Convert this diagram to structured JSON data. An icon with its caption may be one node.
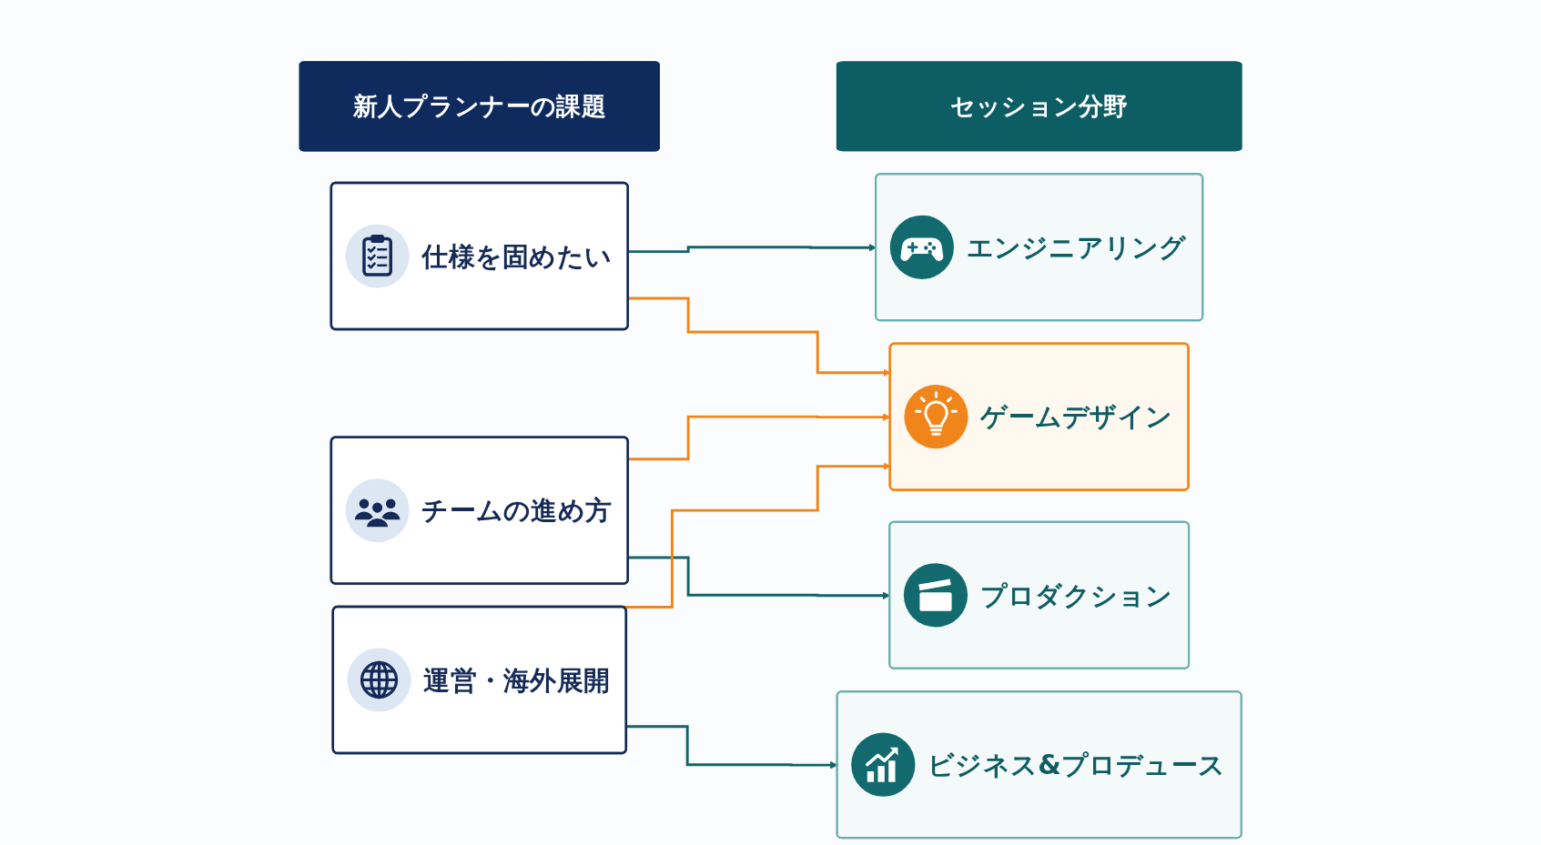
{
  "diagram": {
    "nodes": [
      {
        "text": [
          "新人プランナーの課題"
        ]
      },
      {
        "text": [
          "セッション分野"
        ]
      },
      {
        "text": [
          "仕様を固めたい"
        ]
      },
      {
        "text": [
          "チームの進め方"
        ]
      },
      {
        "text": [
          "運営・海外展開"
        ]
      },
      {
        "text": [
          "エンジニアリング"
        ]
      },
      {
        "text": [
          "ゲームデザイン"
        ]
      },
      {
        "text": [
          "プロダクション"
        ]
      },
      {
        "text": [
          "ビジネス&プロデュース"
        ]
      }
    ],
    "edges": [
      {
        "from": 2,
        "to": 5,
        "arrow": "to",
        "color": "#14646b"
      },
      {
        "from": 2,
        "to": 6,
        "arrow": "to",
        "color": "#f0861b"
      },
      {
        "from": 3,
        "to": 6,
        "arrow": "to",
        "color": "#f0861b"
      },
      {
        "from": 3,
        "to": 7,
        "arrow": "to",
        "color": "#14646b"
      },
      {
        "from": 4,
        "to": 6,
        "arrow": "to",
        "color": "#f0861b"
      },
      {
        "from": 4,
        "to": 8,
        "arrow": "to",
        "color": "#14646b"
      }
    ]
  }
}
